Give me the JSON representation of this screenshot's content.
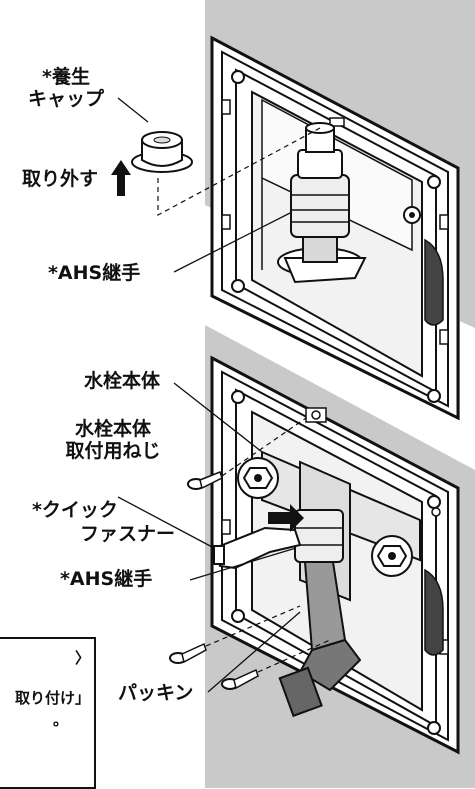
{
  "labels": {
    "cap": [
      "*養生",
      "キャップ"
    ],
    "remove": "取り外す",
    "ahs_top": "*AHS継手",
    "faucet_body": "水栓本体",
    "screw": [
      "水栓本体",
      "取付用ねじ"
    ],
    "quick": [
      "*クイック",
      "ファスナー"
    ],
    "ahs_bottom": "*AHS継手",
    "packing": "パッキン"
  },
  "note": {
    "line1": "〉",
    "line2": "取り付け」",
    "line3": "。"
  },
  "colors": {
    "panel": "#c8c8c8",
    "frame": "#2a2a2a",
    "line": "#111111",
    "arrow": "#111111"
  },
  "icons": {
    "prohibited": "cross-mark-icon"
  }
}
